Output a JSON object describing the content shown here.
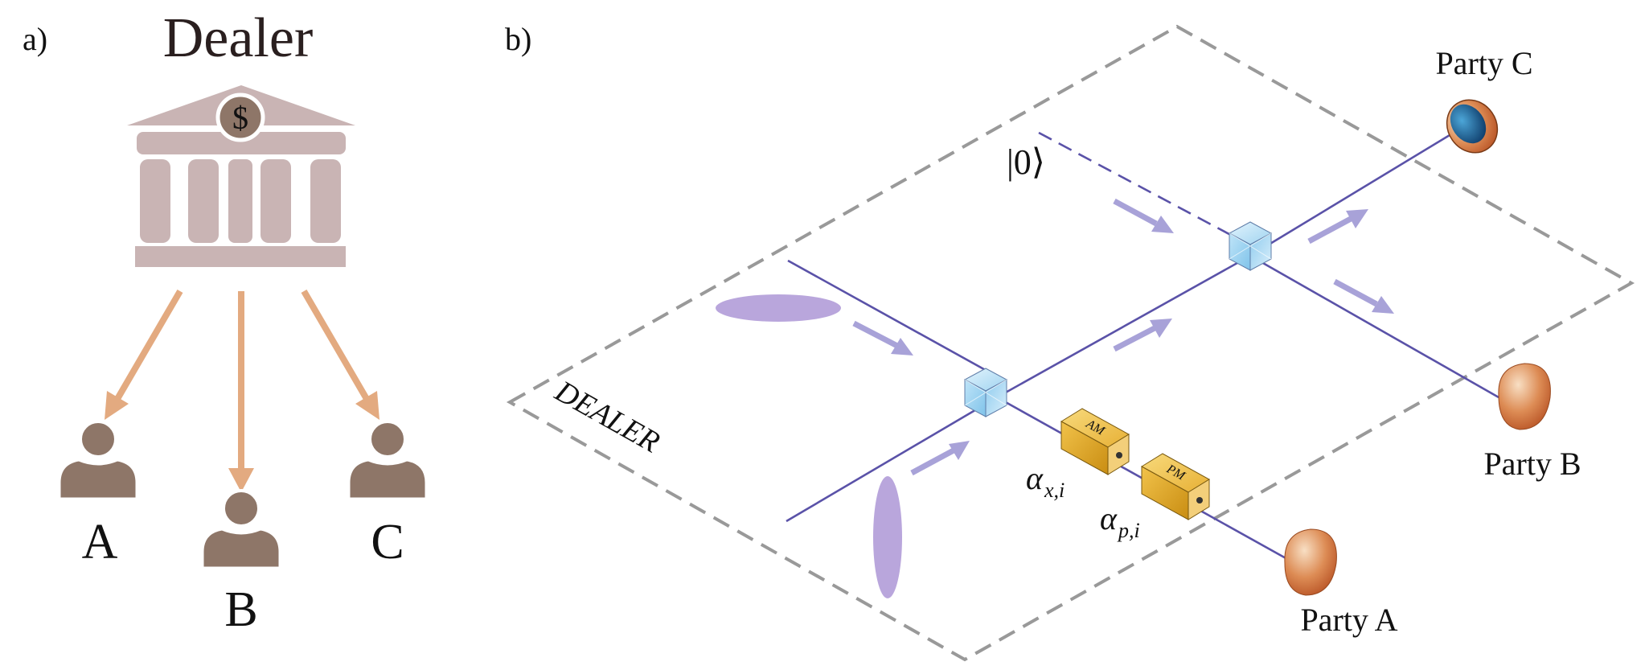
{
  "panel_a": {
    "label": "a)",
    "title": "Dealer",
    "bank_symbol": "$",
    "parties": [
      "A",
      "B",
      "C"
    ],
    "icons": {
      "bank": "bank-icon",
      "person": "person-icon"
    },
    "colors": {
      "bank": "#c9b4b4",
      "arrow": "#e3aa80",
      "person": "#8e7668"
    }
  },
  "panel_b": {
    "label": "b)",
    "region_label": "DEALER",
    "vacuum_state": "|0⟩",
    "modulators": {
      "am": "AM",
      "pm": "PM"
    },
    "alpha_x": "α",
    "alpha_x_sub": "x,i",
    "alpha_p": "α",
    "alpha_p_sub": "p,i",
    "party_a": "Party A",
    "party_b": "Party B",
    "party_c": "Party C",
    "colors": {
      "beam": "#5a52a8",
      "arrow": "#a8a2d8",
      "ellipse": "#b9a6dc",
      "border": "#999999",
      "modulator": "#e0a820",
      "cube": "#a9d8f2",
      "detector": "#c96a32"
    }
  }
}
